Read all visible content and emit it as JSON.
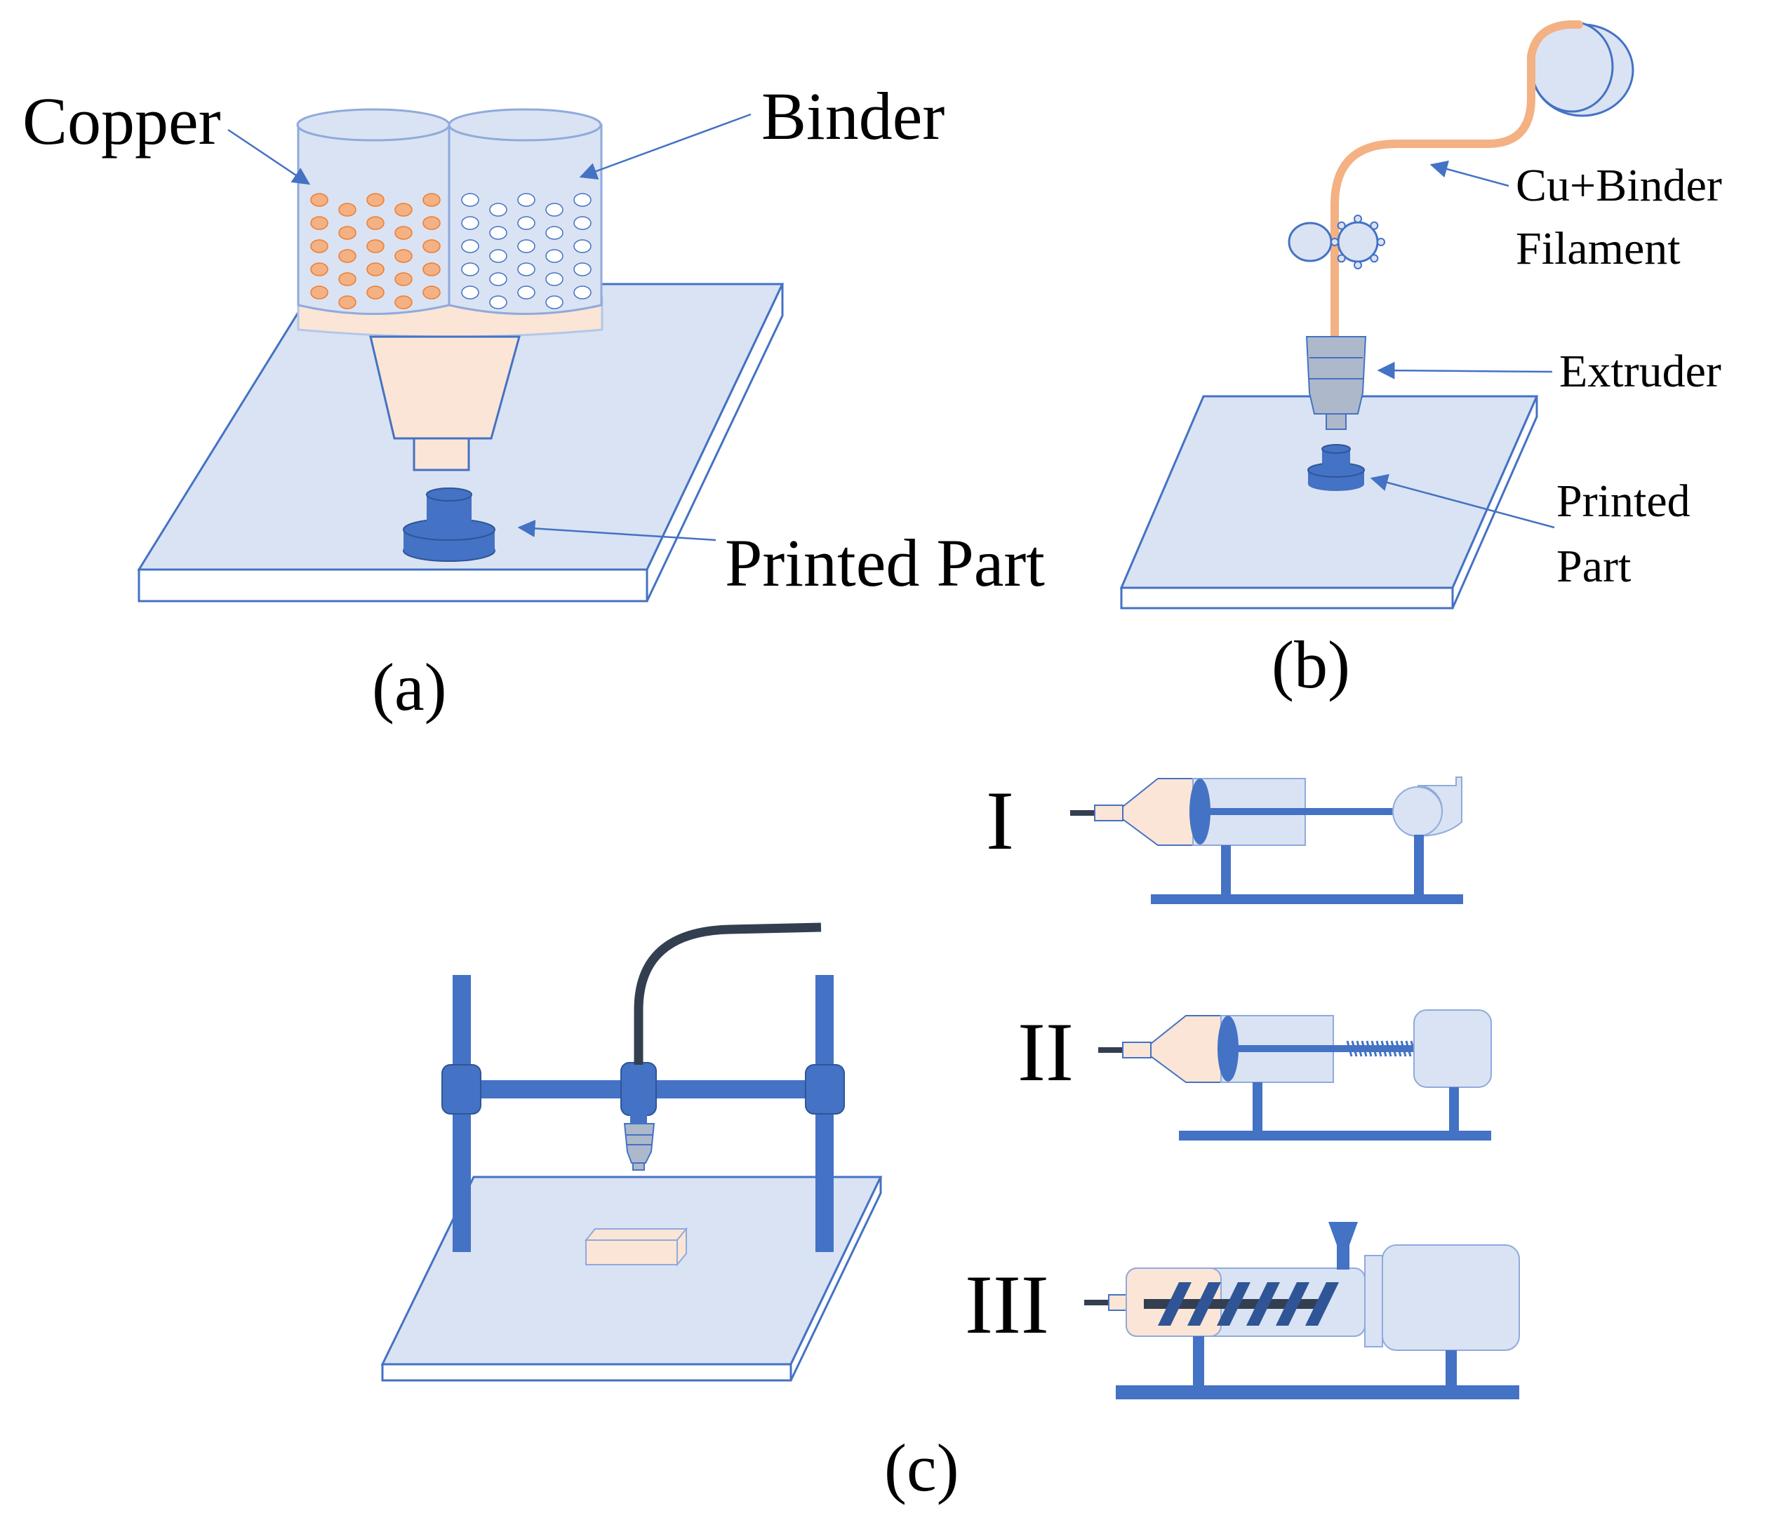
{
  "panel_a": {
    "copper_label": "Copper",
    "binder_label": "Binder",
    "printed_part_label": "Printed Part",
    "caption": "(a)"
  },
  "panel_b": {
    "filament_label_line1": "Cu+Binder",
    "filament_label_line2": "Filament",
    "extruder_label": "Extruder",
    "printed_part_line1": "Printed",
    "printed_part_line2": "Part",
    "caption": "(b)"
  },
  "panel_c": {
    "variant_1": "I",
    "variant_2": "II",
    "variant_3": "III",
    "caption": "(c)"
  },
  "colors": {
    "plate_fill": "#dae3f3",
    "plate_stroke": "#4472c4",
    "copper": "#f4b183",
    "peach": "#fbe5d6",
    "blue_dark": "#4472c4",
    "gray_blue": "#8497b0",
    "filament": "#f4b183",
    "hose": "#333f50"
  }
}
